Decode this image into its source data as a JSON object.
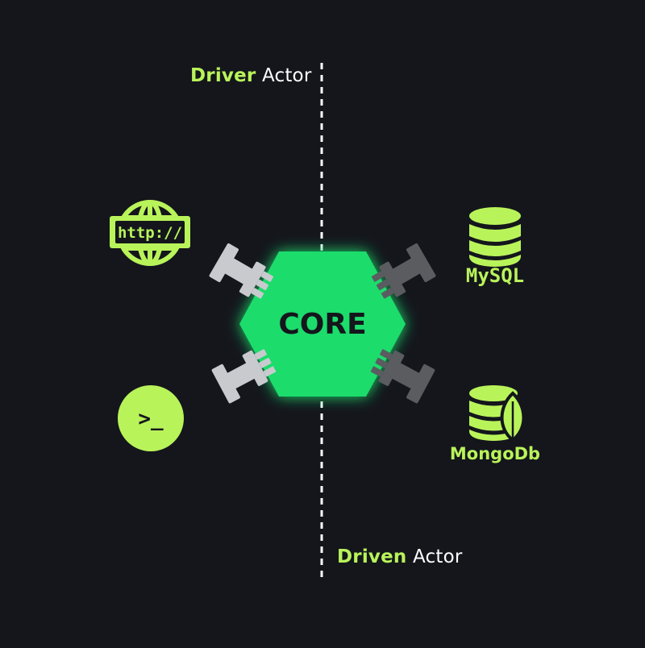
{
  "colors": {
    "background": "#14161c",
    "accent": "#b9f35a",
    "core_fill": "#1fdc6c",
    "core_text": "#14161c",
    "driver_port": "#c8cace",
    "driven_port": "#5a5c60",
    "divider": "#ffffff",
    "label_text": "#ffffff"
  },
  "labels": {
    "driver": {
      "highlight": "Driver",
      "rest": "Actor"
    },
    "driven": {
      "highlight": "Driven",
      "rest": "Actor"
    }
  },
  "core": {
    "label": "CORE"
  },
  "actors": {
    "web": {
      "icon": "globe-http-icon",
      "text": "http://"
    },
    "cli": {
      "icon": "terminal-icon",
      "text": ">_"
    },
    "mysql": {
      "icon": "database-icon",
      "label": "MySQL"
    },
    "mongodb": {
      "icon": "database-leaf-icon",
      "label": "MongoDb"
    }
  },
  "ports": {
    "driver": [
      "plug-icon",
      "plug-icon"
    ],
    "driven": [
      "socket-icon",
      "socket-icon"
    ]
  }
}
